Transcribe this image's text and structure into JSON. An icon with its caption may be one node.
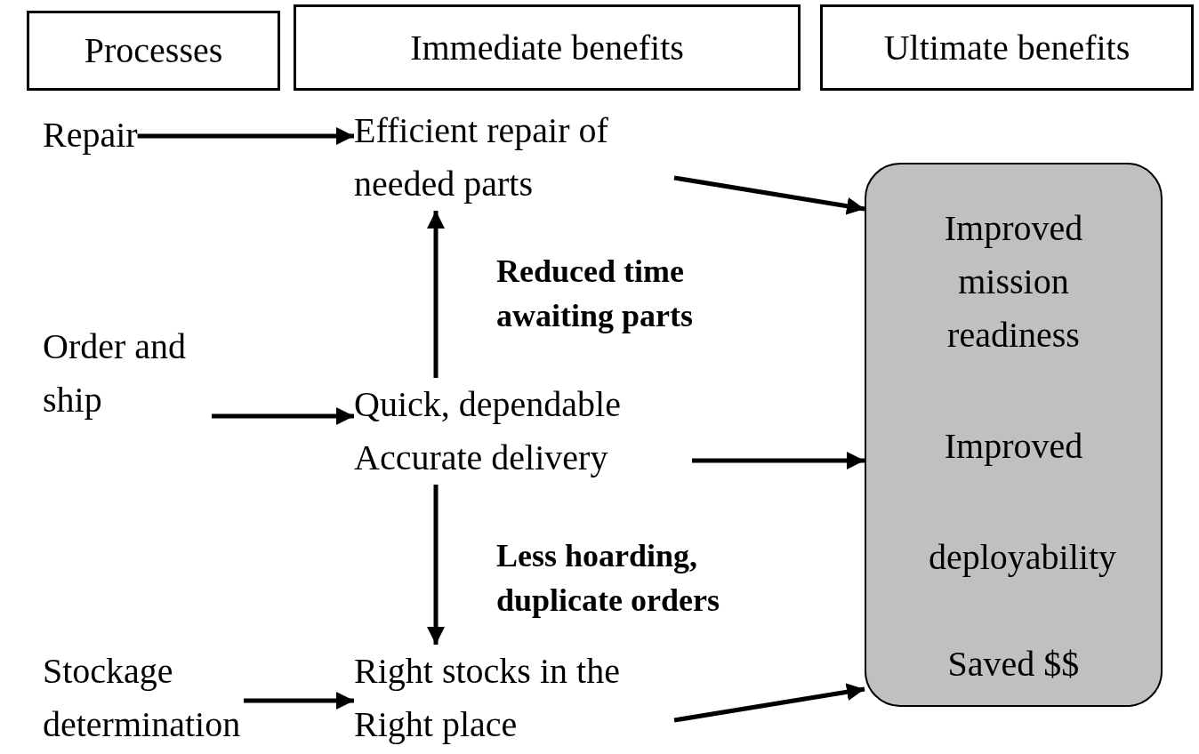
{
  "diagram": {
    "nodes": [
      {
        "text": [
          "Processes"
        ]
      },
      {
        "text": [
          "Immediate benefits"
        ]
      },
      {
        "text": [
          "Ultimate benefits"
        ]
      },
      {
        "text": [
          "Repair"
        ]
      },
      {
        "text": [
          "Efficient repair of needed parts"
        ]
      },
      {
        "text": [
          "Order and ship"
        ]
      },
      {
        "text": [
          "Quick, dependable Accurate delivery"
        ]
      },
      {
        "text": [
          "Stockage determination"
        ]
      },
      {
        "text": [
          "Right stocks in the Right place"
        ]
      },
      {
        "text": [
          "Improved mission readiness",
          "Improved",
          "deployability",
          "Saved $$"
        ]
      }
    ],
    "edges": [
      {
        "from": 3,
        "to": 4,
        "arrow": "to"
      },
      {
        "from": 4,
        "to": 9,
        "arrow": "to"
      },
      {
        "from": 6,
        "to": 4,
        "arrow": "to",
        "label": "Reduced time awaiting parts"
      },
      {
        "from": 5,
        "to": 6,
        "arrow": "to"
      },
      {
        "from": 6,
        "to": 9,
        "arrow": "to"
      },
      {
        "from": 6,
        "to": 8,
        "arrow": "to",
        "label": "Less hoarding, duplicate orders"
      },
      {
        "from": 7,
        "to": 8,
        "arrow": "to"
      },
      {
        "from": 8,
        "to": 9,
        "arrow": "to"
      }
    ]
  }
}
